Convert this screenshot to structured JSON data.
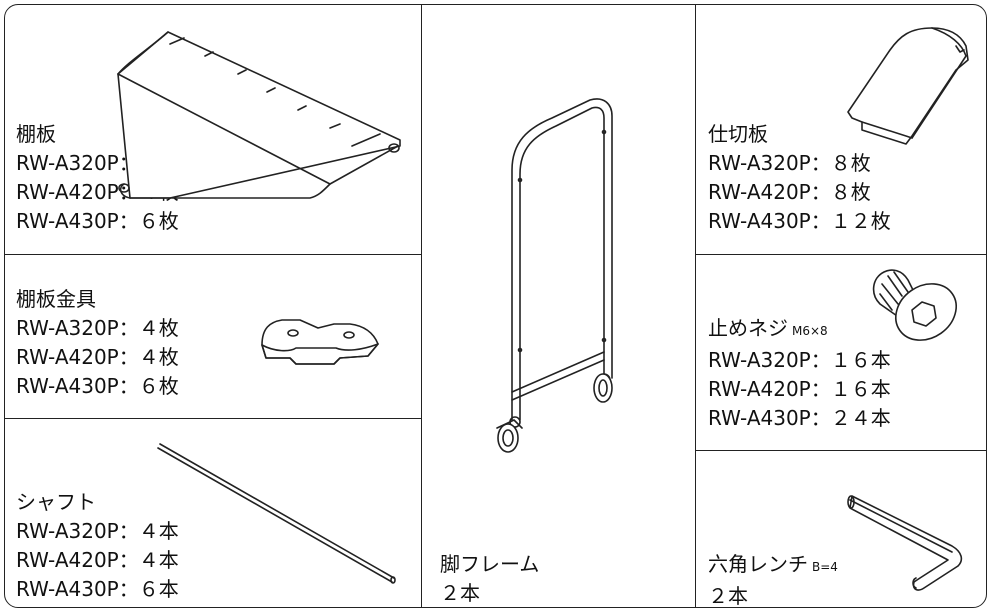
{
  "parts": [
    {
      "name": "棚板",
      "spec": "",
      "lines": [
        "RW-A320P：４枚",
        "RW-A420P：４枚",
        "RW-A430P：６枚"
      ]
    },
    {
      "name": "棚板金具",
      "spec": "",
      "lines": [
        "RW-A320P：４枚",
        "RW-A420P：４枚",
        "RW-A430P：６枚"
      ]
    },
    {
      "name": "シャフト",
      "spec": "",
      "lines": [
        "RW-A320P：４本",
        "RW-A420P：４本",
        "RW-A430P：６本"
      ]
    },
    {
      "name": "脚フレーム",
      "spec": "",
      "lines": [
        "２本"
      ]
    },
    {
      "name": "仕切板",
      "spec": "",
      "lines": [
        "RW-A320P：８枚",
        "RW-A420P：８枚",
        "RW-A430P：１２枚"
      ]
    },
    {
      "name": "止めネジ",
      "spec": "M6×8",
      "lines": [
        "RW-A320P：１６本",
        "RW-A420P：１６本",
        "RW-A430P：２４本"
      ]
    },
    {
      "name": "六角レンチ",
      "spec": "B=4",
      "lines": [
        "２本"
      ]
    }
  ]
}
